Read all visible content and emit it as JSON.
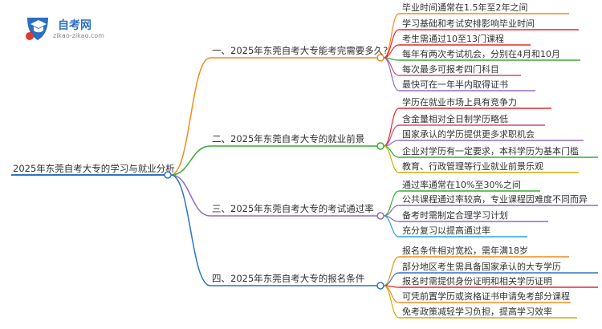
{
  "logo": {
    "title": "自考网",
    "url": "zikao-zikao.com"
  },
  "root": {
    "label": "2025年东莞自考大专的学习与就业分析"
  },
  "branches": [
    {
      "label": "一、2025年东莞自考大专能考完需要多久?",
      "color": "#f08c1e",
      "leaves": [
        {
          "text": "毕业时间通常在1.5年至2年之间",
          "color": "#f08c1e"
        },
        {
          "text": "学习基础和考试安排影响毕业时间",
          "color": "#e8262e"
        },
        {
          "text": "考生需通过10至13门课程",
          "color": "#e8262e"
        },
        {
          "text": "每年有两次考试机会，分别在4月和10月",
          "color": "#3aaa35"
        },
        {
          "text": "每次最多可报考四门科目",
          "color": "#c2527a"
        },
        {
          "text": "最快可在一年半内取得证书",
          "color": "#8e6dbf"
        }
      ]
    },
    {
      "label": "二、2025年东莞自考大专的就业前景",
      "color": "#3aaa35",
      "leaves": [
        {
          "text": "学历在就业市场上具有竞争力",
          "color": "#e8262e"
        },
        {
          "text": "含金量相对全日制学历略低",
          "color": "#c2527a"
        },
        {
          "text": "国家承认的学历提供更多求职机会",
          "color": "#8e6dbf"
        },
        {
          "text": "企业对学历有一定要求，本科学历为基本门槛",
          "color": "#3aaa35"
        },
        {
          "text": "教育、行政管理等行业就业前景乐观",
          "color": "#c8b400"
        }
      ]
    },
    {
      "label": "三、2025年东莞自考大专的考试通过率",
      "color": "#8e6dbf",
      "leaves": [
        {
          "text": "通过率通常在10%至30%之间",
          "color": "#3aaa35"
        },
        {
          "text": "公共课程通过率较高，专业课程因难度不同而异",
          "color": "#8e6dbf"
        },
        {
          "text": "备考时需制定合理学习计划",
          "color": "#8e6dbf"
        },
        {
          "text": "充分复习以提高通过率",
          "color": "#29a9d6"
        }
      ]
    },
    {
      "label": "四、2025年东莞自考大专的报名条件",
      "color": "#2f74c0",
      "leaves": [
        {
          "text": "报名条件相对宽松，需年满18岁",
          "color": "#f08c1e"
        },
        {
          "text": "部分地区考生需具备国家承认的大专学历",
          "color": "#2f74c0"
        },
        {
          "text": "报名时需提供身份证明和相关学历证明",
          "color": "#e8262e"
        },
        {
          "text": "可凭前置学历或资格证书申请免考部分课程",
          "color": "#f08c1e"
        },
        {
          "text": "免考政策减轻学习负担，提高学习效率",
          "color": "#c8b400"
        }
      ]
    }
  ]
}
